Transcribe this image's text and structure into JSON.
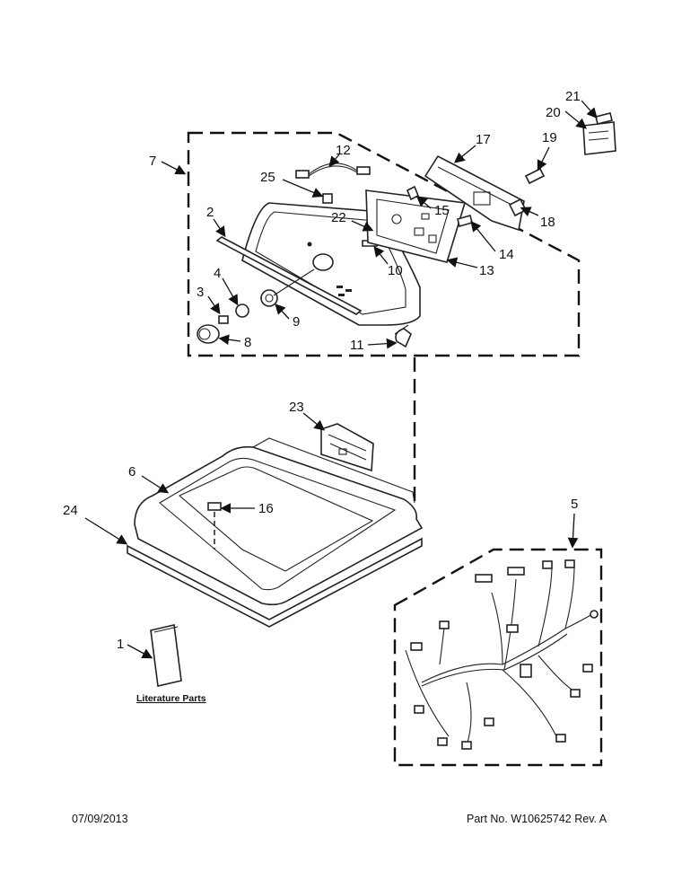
{
  "callouts": {
    "c1": "1",
    "c2": "2",
    "c3": "3",
    "c4": "4",
    "c5": "5",
    "c6": "6",
    "c7": "7",
    "c8": "8",
    "c9": "9",
    "c10": "10",
    "c11": "11",
    "c12": "12",
    "c13": "13",
    "c14": "14",
    "c15": "15",
    "c16": "16",
    "c17": "17",
    "c18": "18",
    "c19": "19",
    "c20": "20",
    "c21": "21",
    "c22": "22",
    "c23": "23",
    "c24": "24",
    "c25": "25"
  },
  "literature_label": "Literature Parts",
  "footer": {
    "date": "07/09/2013",
    "part_number": "Part No.  W10625742  Rev.  A"
  }
}
